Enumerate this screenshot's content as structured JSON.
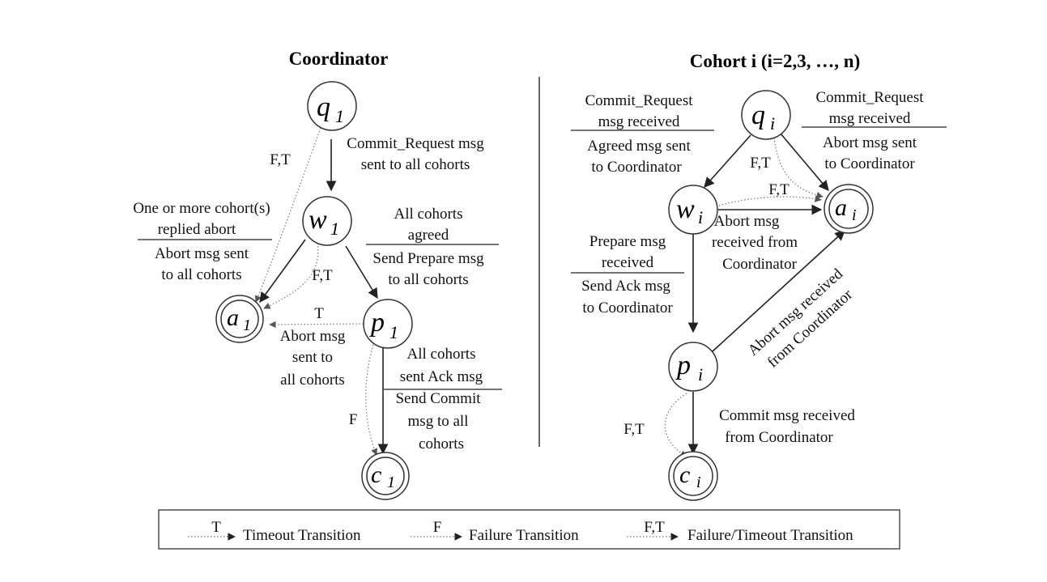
{
  "coordinator": {
    "title": "Coordinator",
    "states": {
      "q": {
        "main": "q",
        "sub": "1"
      },
      "w": {
        "main": "w",
        "sub": "1"
      },
      "a": {
        "main": "a",
        "sub": "1"
      },
      "p": {
        "main": "p",
        "sub": "1"
      },
      "c": {
        "main": "c",
        "sub": "1"
      }
    },
    "labels": {
      "q_to_w": [
        "Commit_Request msg",
        "sent to all cohorts"
      ],
      "w_to_a_top": [
        "One or more cohort(s)",
        "replied abort"
      ],
      "w_to_a_bottom": [
        "Abort msg sent",
        "to all cohorts"
      ],
      "w_to_p_top": [
        "All cohorts",
        "agreed"
      ],
      "w_to_p_bottom": [
        "Send Prepare msg",
        "to all cohorts"
      ],
      "p_to_a": [
        "Abort msg",
        "sent to",
        "all cohorts"
      ],
      "p_to_c_top": [
        "All cohorts",
        "sent Ack msg"
      ],
      "p_to_c_bottom": [
        "Send Commit",
        "msg to all",
        "cohorts"
      ],
      "q_to_a_ft": "F,T",
      "w_to_a_ft": "F,T",
      "p_to_a_t": "T",
      "p_to_c_f": "F"
    }
  },
  "cohort": {
    "title": "Cohort  i (i=2,3, …, n)",
    "states": {
      "q": {
        "main": "q",
        "sub": "i"
      },
      "w": {
        "main": "w",
        "sub": "i"
      },
      "a": {
        "main": "a",
        "sub": "i"
      },
      "p": {
        "main": "p",
        "sub": "i"
      },
      "c": {
        "main": "c",
        "sub": "i"
      }
    },
    "labels": {
      "q_to_w_top": [
        "Commit_Request",
        "msg received"
      ],
      "q_to_w_bottom": [
        "Agreed msg sent",
        "to Coordinator"
      ],
      "q_to_a_top": [
        "Commit_Request",
        "msg received"
      ],
      "q_to_a_bottom": [
        "Abort msg sent",
        "to Coordinator"
      ],
      "w_to_a": [
        "Abort msg",
        "received from",
        "Coordinator"
      ],
      "w_to_p_top": [
        "Prepare msg",
        "received"
      ],
      "w_to_p_bottom": [
        "Send Ack msg",
        "to Coordinator"
      ],
      "p_to_a": [
        "Abort msg received",
        "from Coordinator"
      ],
      "p_to_c": [
        "Commit msg received",
        "from Coordinator"
      ],
      "q_to_a_ft": "F,T",
      "w_to_a_ft": "F,T",
      "p_to_c_ft": "F,T"
    }
  },
  "legend": {
    "timeout_mark": "T",
    "timeout_label": "Timeout Transition",
    "failure_mark": "F",
    "failure_label": "Failure Transition",
    "ft_mark": "F,T",
    "ft_label": "Failure/Timeout Transition"
  }
}
